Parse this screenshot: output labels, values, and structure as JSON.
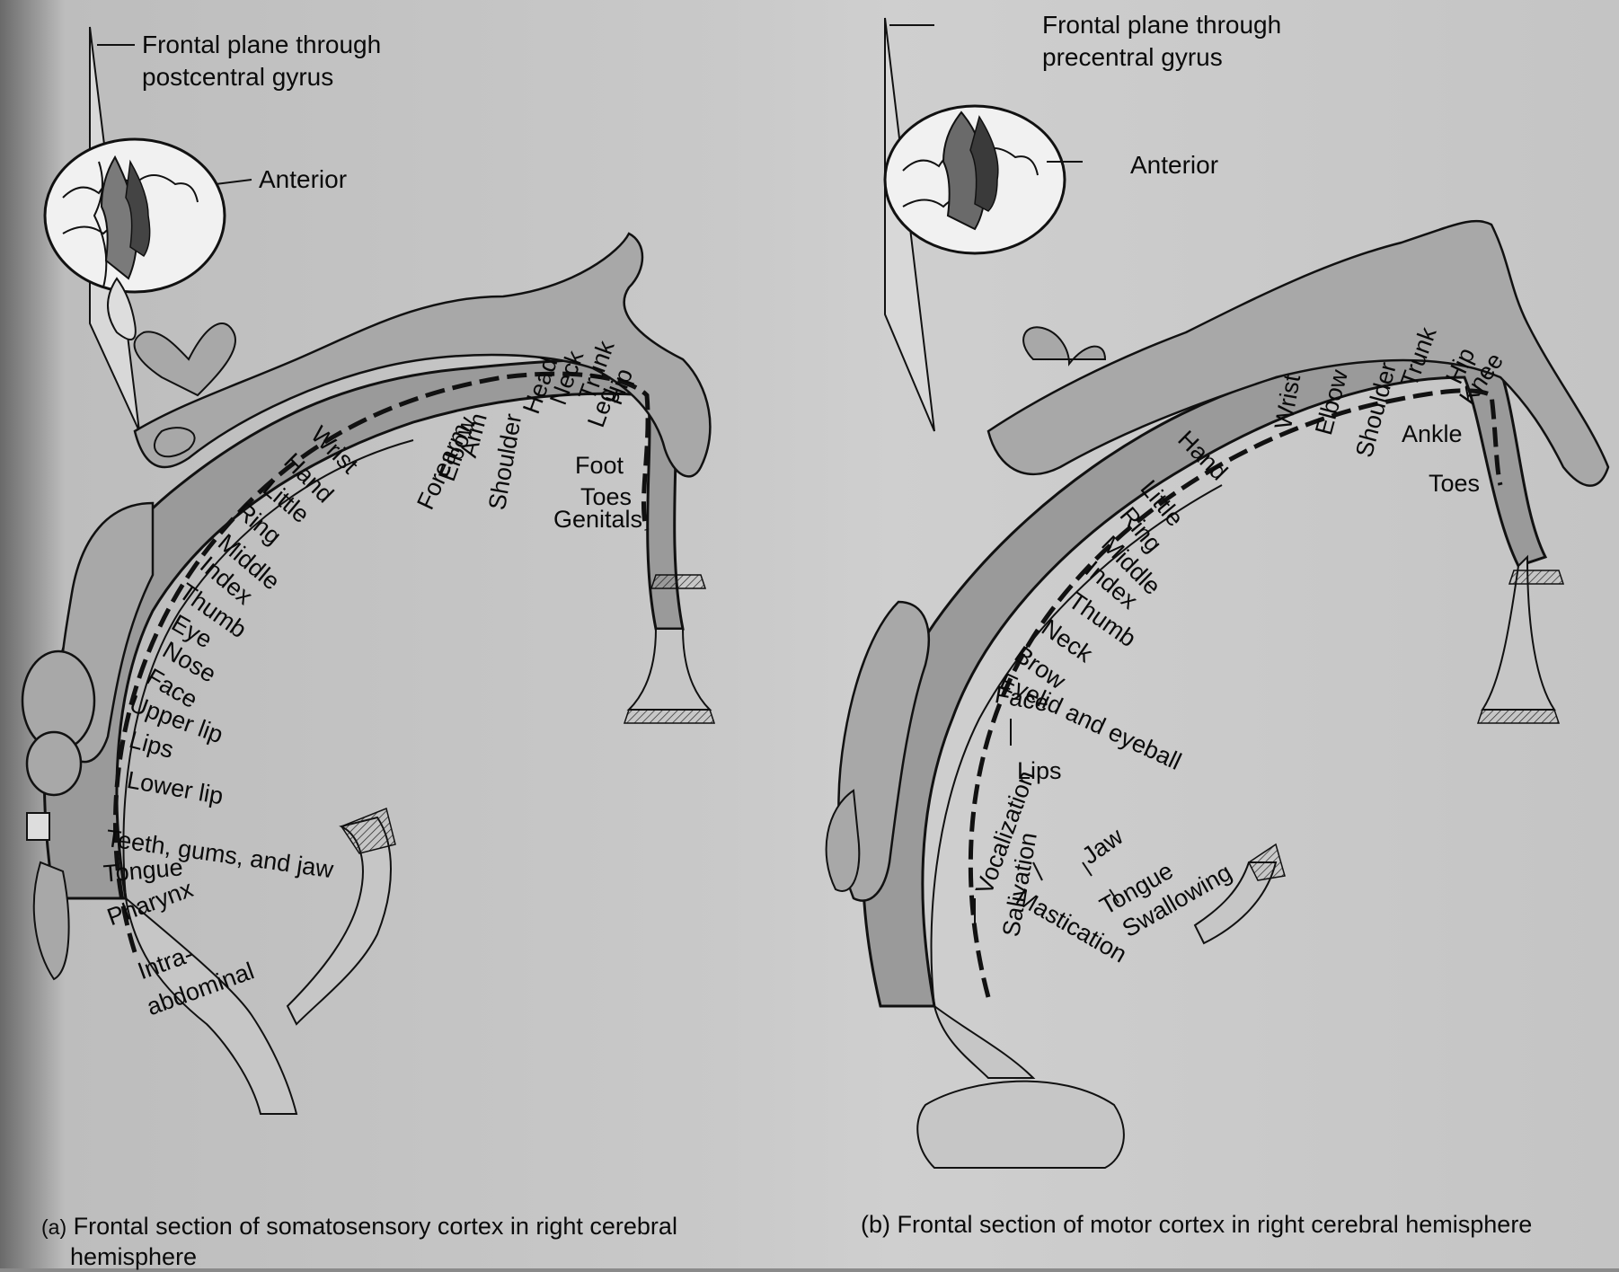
{
  "panel_a": {
    "plane_label_1": "Frontal plane through",
    "plane_label_2": "postcentral gyrus",
    "anterior": "Anterior",
    "caption_letter": "(a)",
    "caption_line1": "Frontal section of somatosensory cortex in right cerebral",
    "caption_line2": "hemisphere",
    "labels": [
      "Genitals",
      "Toes",
      "Foot",
      "Leg",
      "Hip",
      "Trunk",
      "Neck",
      "Head",
      "Shoulder",
      "Arm",
      "Elbow",
      "Forearm",
      "Wrist",
      "Hand",
      "Little",
      "Ring",
      "Middle",
      "Index",
      "Thumb",
      "Eye",
      "Nose",
      "Face",
      "Upper lip",
      "Lips",
      "Lower lip",
      "Teeth, gums, and jaw",
      "Tongue",
      "Pharynx",
      "Intra-",
      "abdominal"
    ]
  },
  "panel_b": {
    "plane_label_1": "Frontal plane through",
    "plane_label_2": "precentral gyrus",
    "anterior": "Anterior",
    "caption_letter": "(b)",
    "caption_line1": "Frontal section of motor cortex in right cerebral hemisphere",
    "labels": [
      "Toes",
      "Ankle",
      "Knee",
      "Hip",
      "Trunk",
      "Shoulder",
      "Elbow",
      "Wrist",
      "Hand",
      "Little",
      "Ring",
      "Middle",
      "Index",
      "Thumb",
      "Neck",
      "Brow",
      "Eyelid and eyeball",
      "Face",
      "Lips",
      "Vocalization",
      "Salivation",
      "Mastication",
      "Jaw",
      "Tongue",
      "Swallowing"
    ]
  },
  "colors": {
    "cortex": "#9a9a9a",
    "outline": "#111111",
    "brain_highlight": "#5e5e5e"
  }
}
